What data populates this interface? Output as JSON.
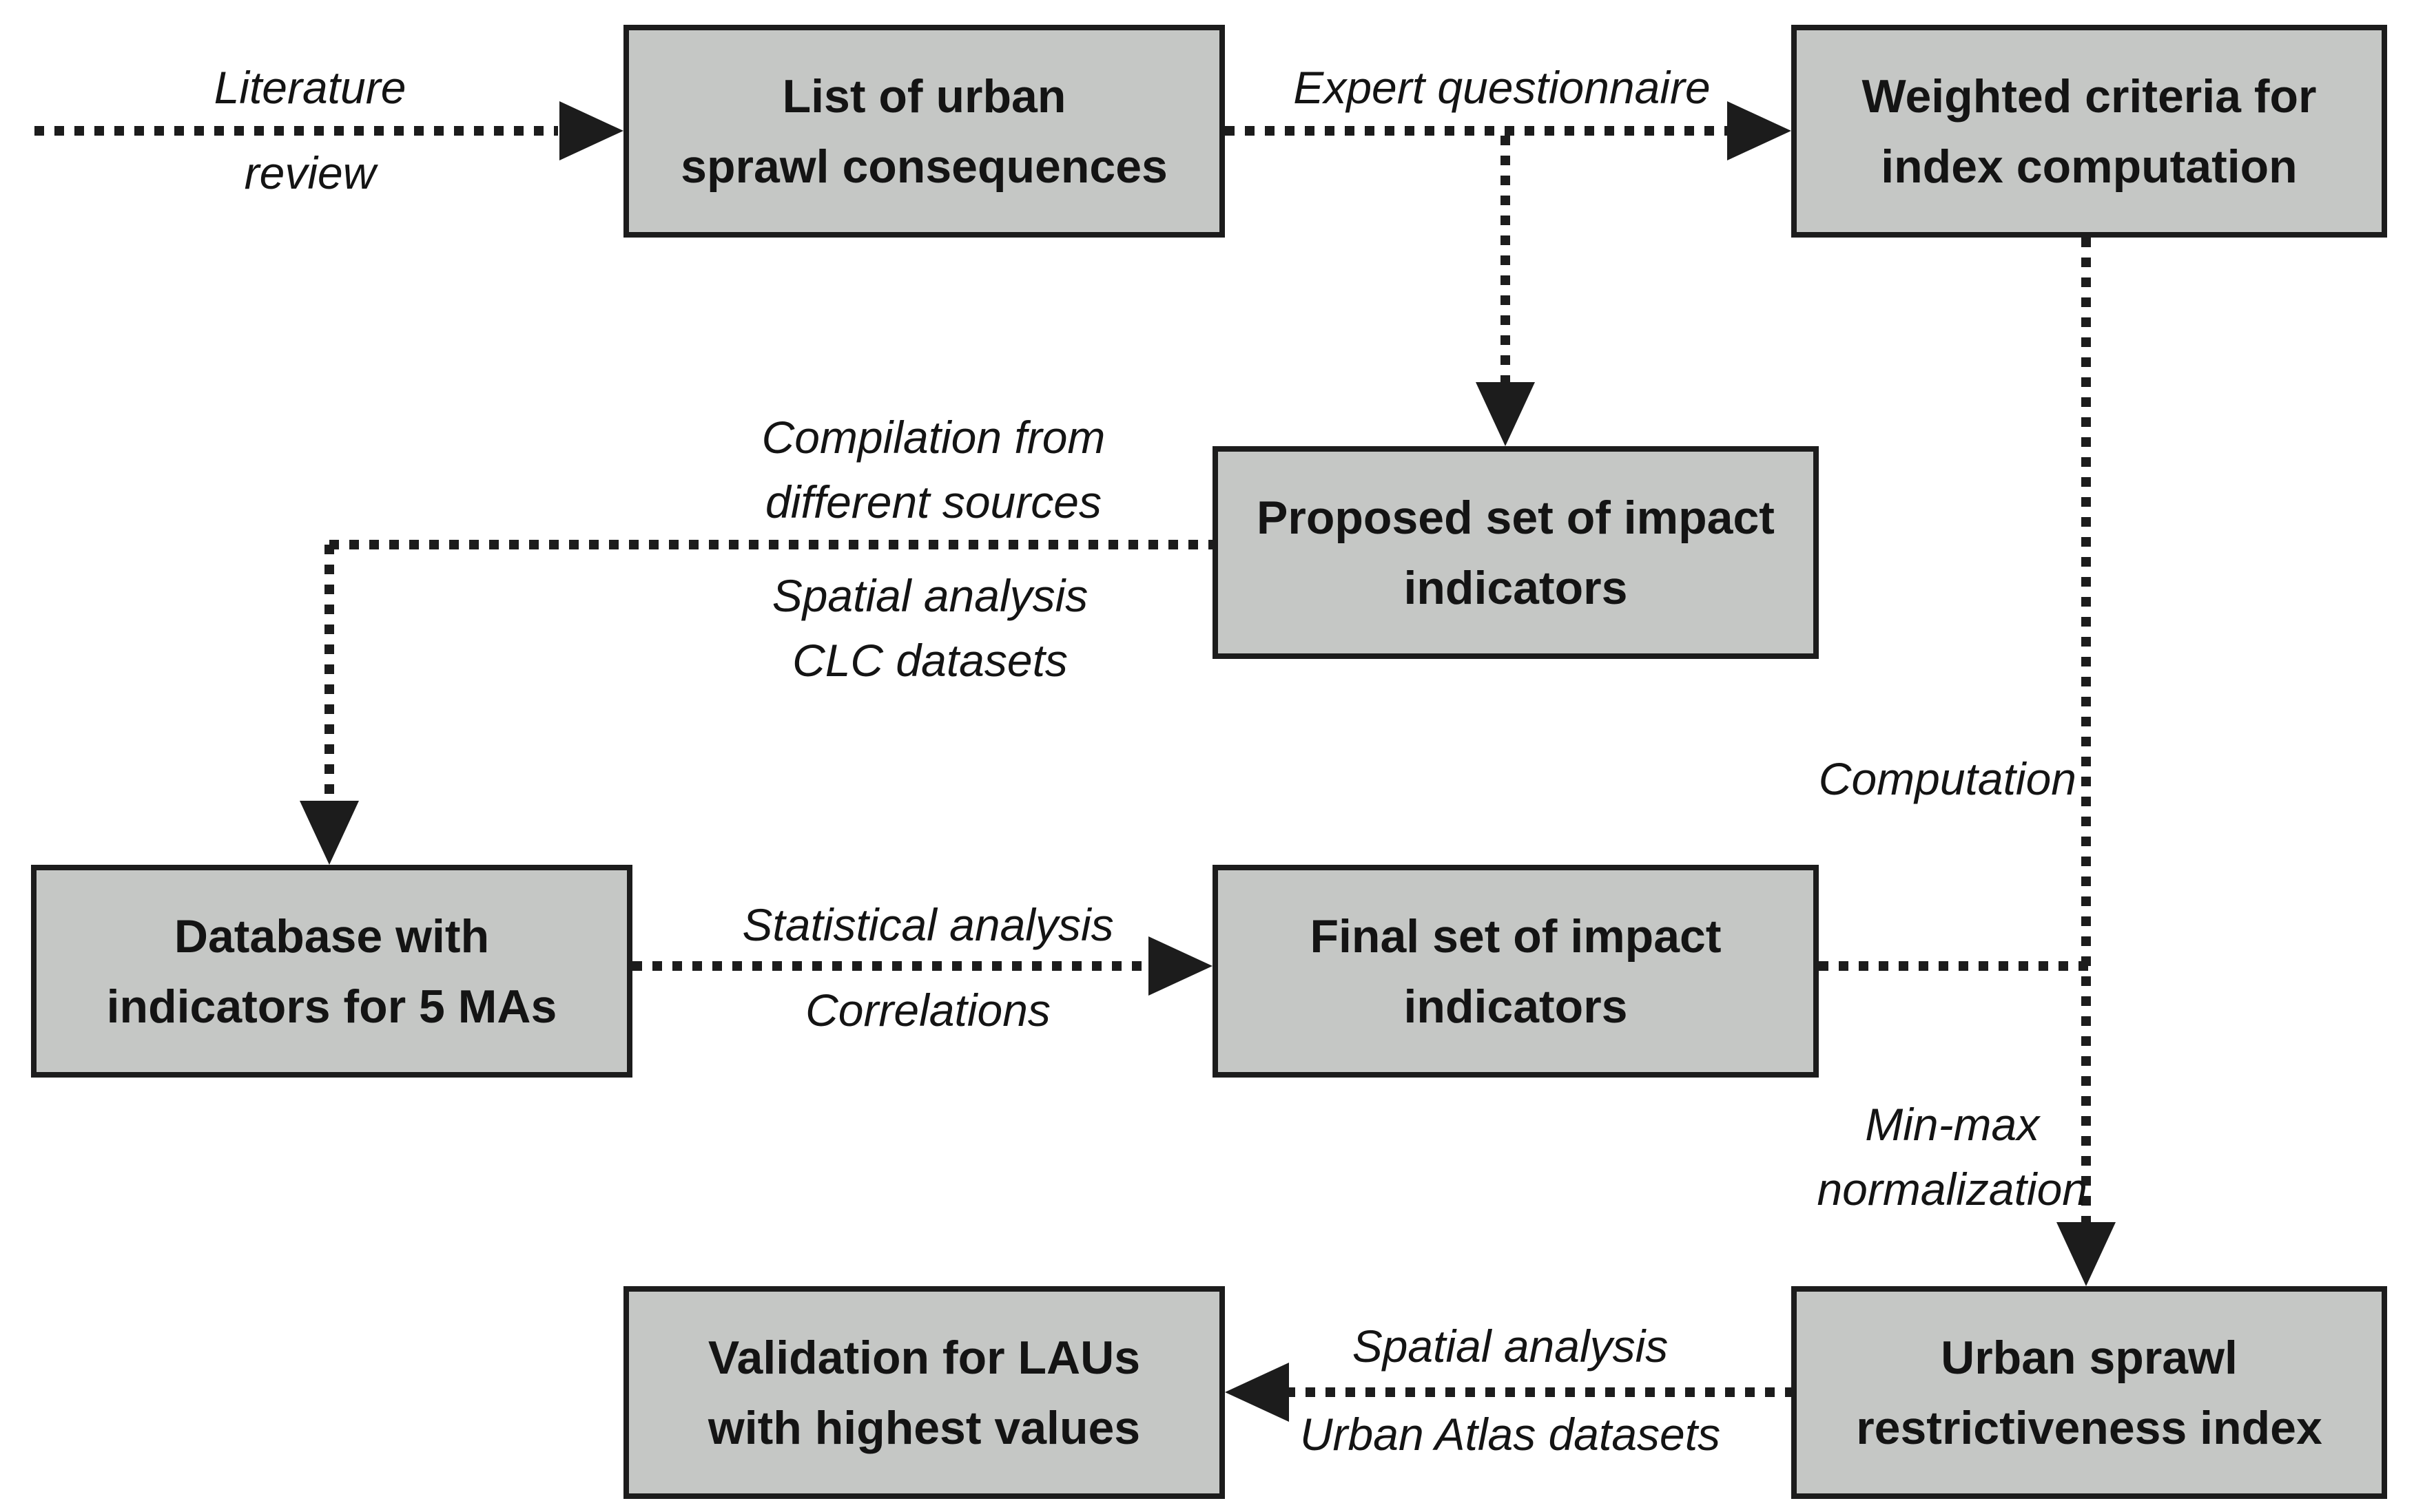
{
  "diagram": {
    "title": "Urban sprawl restrictiveness index methodology flowchart",
    "colors": {
      "box_fill": "#c5c7c5",
      "box_border": "#1c1c1c",
      "connector": "#1c1c1c",
      "text": "#141414",
      "background": "#ffffff"
    },
    "boxes": [
      {
        "id": "list-consequences",
        "label": "List of urban\nsprawl consequences"
      },
      {
        "id": "weighted-criteria",
        "label": "Weighted criteria for\nindex computation"
      },
      {
        "id": "proposed-indicators",
        "label": "Proposed set of impact\nindicators"
      },
      {
        "id": "database-5mas",
        "label": "Database with\nindicators for 5 MAs"
      },
      {
        "id": "final-indicators",
        "label": "Final set of impact\nindicators"
      },
      {
        "id": "validation-laus",
        "label": "Validation for LAUs\nwith highest values"
      },
      {
        "id": "sprawl-index",
        "label": "Urban sprawl\nrestrictiveness index"
      }
    ],
    "edge_labels": {
      "literature": {
        "above": "Literature",
        "below": "review"
      },
      "expert": {
        "above": "Expert questionnaire"
      },
      "compilation": {
        "above": "Compilation from\ndifferent sources",
        "below": "Spatial analysis\nCLC datasets"
      },
      "computation": {
        "side": "Computation"
      },
      "statistical": {
        "above": "Statistical analysis",
        "below": "Correlations"
      },
      "minmax": {
        "side": "Min-max\nnormalization"
      },
      "validation": {
        "above": "Spatial analysis",
        "below": "Urban Atlas datasets"
      }
    }
  }
}
